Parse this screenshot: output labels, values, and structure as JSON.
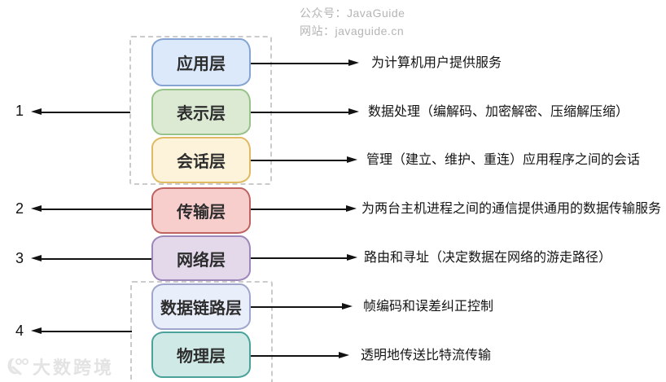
{
  "header": {
    "line1": "公众号：JavaGuide",
    "line2": "网站：javaguide.cn"
  },
  "diagram": {
    "type": "osi-seven-layer-model",
    "layers": [
      {
        "label": "应用层",
        "fill": "#dbe9fb",
        "border": "#86a4d1",
        "desc": "为计算机用户提供服务"
      },
      {
        "label": "表示层",
        "fill": "#dcead4",
        "border": "#97c28a",
        "desc": "数据处理（编解码、加密解密、压缩解压缩）"
      },
      {
        "label": "会话层",
        "fill": "#fdf2da",
        "border": "#e0ba62",
        "desc": "管理（建立、维护、重连）应用程序之间的会话"
      },
      {
        "label": "传输层",
        "fill": "#f8cecc",
        "border": "#bf6360",
        "desc": "为两台主机进程之间的通信提供通用的数据传输服务"
      },
      {
        "label": "网络层",
        "fill": "#e3d9eb",
        "border": "#9d86b8",
        "desc": "路由和寻址（决定数据在网络的游走路径）"
      },
      {
        "label": "数据链路层",
        "fill": "#e9eefb",
        "border": "#a0a6cb",
        "desc": "帧编码和误差纠正控制"
      },
      {
        "label": "物理层",
        "fill": "#cfeae6",
        "border": "#4ba29a",
        "desc": "透明地传送比特流传输"
      }
    ],
    "left_numbers": [
      {
        "label": "1"
      },
      {
        "label": "2"
      },
      {
        "label": "3"
      },
      {
        "label": "4"
      }
    ]
  },
  "watermark": {
    "text": "大数跨境"
  },
  "colors": {
    "dashed_border": "#cbcbcb",
    "arrow": "#121212",
    "header_text": "#b5b5b5",
    "label_text": "#2d2d2d"
  }
}
